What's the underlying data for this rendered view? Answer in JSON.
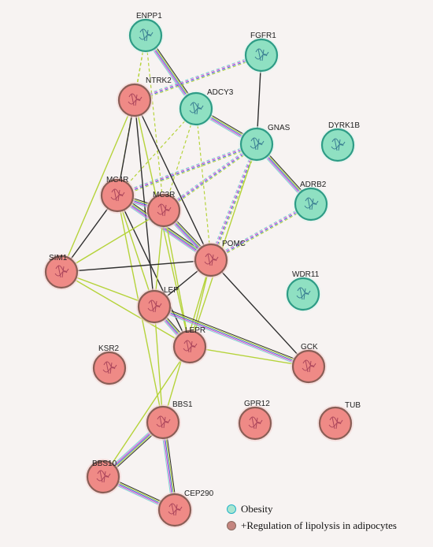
{
  "nodes": [
    {
      "id": "ENPP1",
      "label": "ENPP1",
      "group": "obesity"
    },
    {
      "id": "FGFR1",
      "label": "FGFR1",
      "group": "obesity"
    },
    {
      "id": "NTRK2",
      "label": "NTRK2",
      "group": "lipolysis"
    },
    {
      "id": "ADCY3",
      "label": "ADCY3",
      "group": "obesity"
    },
    {
      "id": "GNAS",
      "label": "GNAS",
      "group": "obesity"
    },
    {
      "id": "DYRK1B",
      "label": "DYRK1B",
      "group": "obesity"
    },
    {
      "id": "MC4R",
      "label": "MC4R",
      "group": "lipolysis"
    },
    {
      "id": "MC3R",
      "label": "MC3R",
      "group": "lipolysis"
    },
    {
      "id": "ADRB2",
      "label": "ADRB2",
      "group": "obesity"
    },
    {
      "id": "SIM1",
      "label": "SIM1",
      "group": "lipolysis"
    },
    {
      "id": "POMC",
      "label": "POMC",
      "group": "lipolysis"
    },
    {
      "id": "WDR11",
      "label": "WDR11",
      "group": "obesity"
    },
    {
      "id": "LEP",
      "label": "LEP",
      "group": "lipolysis"
    },
    {
      "id": "LEPR",
      "label": "LEPR",
      "group": "lipolysis"
    },
    {
      "id": "KSR2",
      "label": "KSR2",
      "group": "lipolysis"
    },
    {
      "id": "GCK",
      "label": "GCK",
      "group": "lipolysis"
    },
    {
      "id": "BBS1",
      "label": "BBS1",
      "group": "lipolysis"
    },
    {
      "id": "GPR12",
      "label": "GPR12",
      "group": "lipolysis"
    },
    {
      "id": "TUB",
      "label": "TUB",
      "group": "lipolysis"
    },
    {
      "id": "BBS10",
      "label": "BBS10",
      "group": "lipolysis"
    },
    {
      "id": "CEP290",
      "label": "CEP290",
      "group": "lipolysis"
    }
  ],
  "edges": [
    {
      "a": "ENPP1",
      "b": "ADCY3",
      "style": "multi"
    },
    {
      "a": "ENPP1",
      "b": "NTRK2",
      "style": "dashed"
    },
    {
      "a": "ENPP1",
      "b": "MC4R",
      "style": "dashed"
    },
    {
      "a": "ENPP1",
      "b": "MC3R",
      "style": "dashed"
    },
    {
      "a": "FGFR1",
      "b": "NTRK2",
      "style": "dashed-multi"
    },
    {
      "a": "FGFR1",
      "b": "GNAS",
      "style": "dark"
    },
    {
      "a": "ADCY3",
      "b": "GNAS",
      "style": "multi"
    },
    {
      "a": "ADCY3",
      "b": "MC4R",
      "style": "dashed"
    },
    {
      "a": "ADCY3",
      "b": "MC3R",
      "style": "dashed"
    },
    {
      "a": "ADCY3",
      "b": "POMC",
      "style": "dashed"
    },
    {
      "a": "GNAS",
      "b": "ADRB2",
      "style": "multi"
    },
    {
      "a": "GNAS",
      "b": "MC4R",
      "style": "dashed-multi"
    },
    {
      "a": "GNAS",
      "b": "MC3R",
      "style": "dashed-multi"
    },
    {
      "a": "GNAS",
      "b": "POMC",
      "style": "dashed-multi"
    },
    {
      "a": "GNAS",
      "b": "LEPR",
      "style": "green"
    },
    {
      "a": "ADRB2",
      "b": "POMC",
      "style": "dashed-multi"
    },
    {
      "a": "NTRK2",
      "b": "MC4R",
      "style": "dark"
    },
    {
      "a": "NTRK2",
      "b": "LEP",
      "style": "dark"
    },
    {
      "a": "NTRK2",
      "b": "LEPR",
      "style": "green"
    },
    {
      "a": "NTRK2",
      "b": "SIM1",
      "style": "green"
    },
    {
      "a": "NTRK2",
      "b": "POMC",
      "style": "dark"
    },
    {
      "a": "MC4R",
      "b": "MC3R",
      "style": "multi"
    },
    {
      "a": "MC4R",
      "b": "POMC",
      "style": "multi"
    },
    {
      "a": "MC4R",
      "b": "SIM1",
      "style": "dark"
    },
    {
      "a": "MC4R",
      "b": "LEP",
      "style": "green"
    },
    {
      "a": "MC4R",
      "b": "LEPR",
      "style": "dark"
    },
    {
      "a": "MC4R",
      "b": "BBS1",
      "style": "green"
    },
    {
      "a": "MC3R",
      "b": "POMC",
      "style": "multi"
    },
    {
      "a": "MC3R",
      "b": "SIM1",
      "style": "green"
    },
    {
      "a": "MC3R",
      "b": "LEP",
      "style": "green"
    },
    {
      "a": "MC3R",
      "b": "LEPR",
      "style": "green"
    },
    {
      "a": "SIM1",
      "b": "POMC",
      "style": "dark"
    },
    {
      "a": "SIM1",
      "b": "LEP",
      "style": "green"
    },
    {
      "a": "SIM1",
      "b": "LEPR",
      "style": "green"
    },
    {
      "a": "POMC",
      "b": "LEP",
      "style": "dark"
    },
    {
      "a": "POMC",
      "b": "LEPR",
      "style": "green"
    },
    {
      "a": "POMC",
      "b": "GCK",
      "style": "dark"
    },
    {
      "a": "POMC",
      "b": "BBS1",
      "style": "green"
    },
    {
      "a": "LEP",
      "b": "LEPR",
      "style": "multi"
    },
    {
      "a": "LEP",
      "b": "GCK",
      "style": "multi"
    },
    {
      "a": "LEP",
      "b": "BBS1",
      "style": "green"
    },
    {
      "a": "LEPR",
      "b": "GCK",
      "style": "green"
    },
    {
      "a": "LEPR",
      "b": "BBS10",
      "style": "green"
    },
    {
      "a": "BBS1",
      "b": "BBS10",
      "style": "multi"
    },
    {
      "a": "BBS1",
      "b": "CEP290",
      "style": "multi"
    },
    {
      "a": "BBS10",
      "b": "CEP290",
      "style": "multi"
    }
  ],
  "legend": [
    {
      "label": "Obesity",
      "fill": "#a9e5d0",
      "stroke": "#22b4c8"
    },
    {
      "label": "+Regulation of lipolysis in adipocytes",
      "fill": "#c4857f",
      "stroke": "#8a6a60"
    }
  ],
  "colors": {
    "obesity_fill": "#8fe0c2",
    "obesity_stroke": "#2e9c86",
    "lipolysis_fill": "#ef8a86",
    "lipolysis_stroke": "#8a5e56",
    "edge_dark": "#2f2f2f",
    "edge_green": "#b5d33a",
    "edge_multi": [
      "#2f2f2f",
      "#b5d33a",
      "#3f73d6",
      "#d64bd0",
      "#7fd6d6"
    ],
    "background": "#f7f3f2"
  }
}
